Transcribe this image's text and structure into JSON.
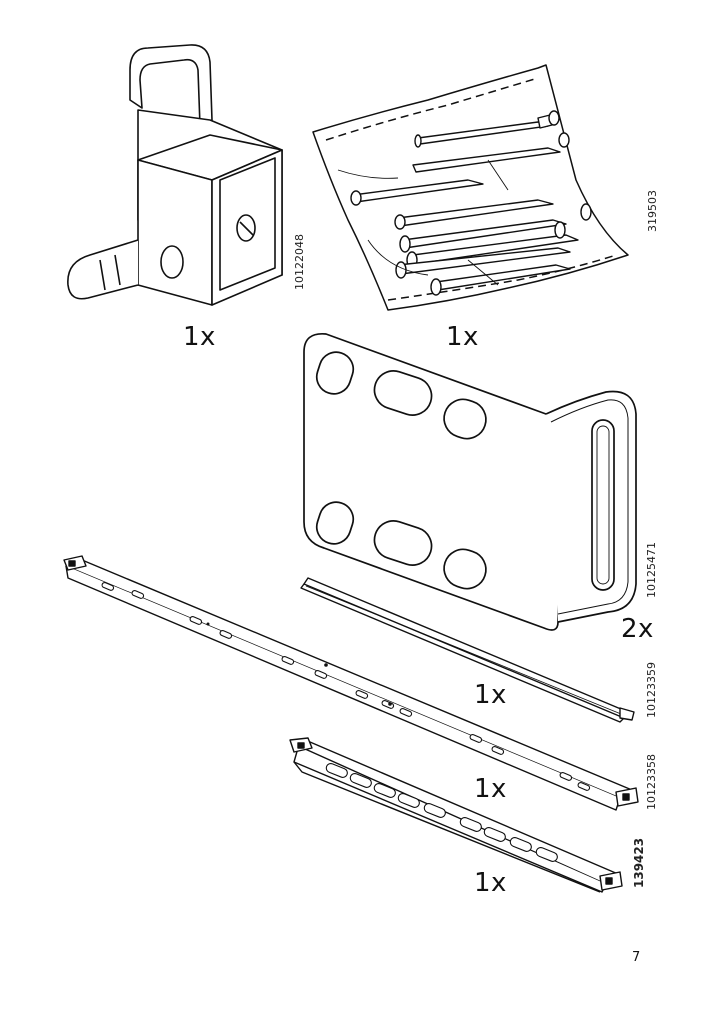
{
  "page": {
    "number": "7"
  },
  "parts": [
    {
      "id": "bracket",
      "quantity": "1x",
      "code": "10122048",
      "icon": "wall-bracket-icon"
    },
    {
      "id": "nails",
      "quantity": "1x",
      "code": "319503",
      "icon": "nail-bag-icon"
    },
    {
      "id": "plate",
      "quantity": "2x",
      "code": "10125471",
      "icon": "angle-plate-icon"
    },
    {
      "id": "thin-rail",
      "quantity": "1x",
      "code": "10123359",
      "icon": "thin-rail-icon"
    },
    {
      "id": "long-rail",
      "quantity": "1x",
      "code": "10123358",
      "icon": "long-rail-icon"
    },
    {
      "id": "short-rail",
      "quantity": "1x",
      "code": "139423",
      "icon": "short-rail-icon"
    }
  ],
  "colors": {
    "line": "#111111",
    "background": "#ffffff"
  }
}
